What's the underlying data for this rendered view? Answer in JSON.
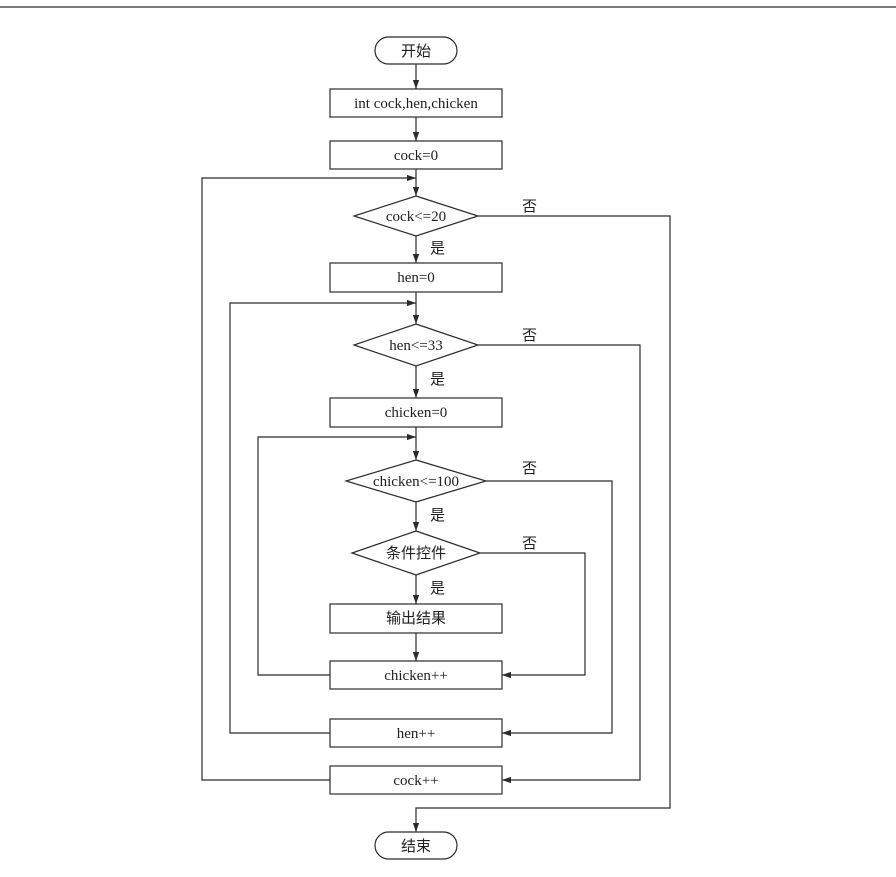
{
  "diagram": {
    "start": "开始",
    "end": "结束",
    "declare": "int  cock,hen,chicken",
    "cock_init": "cock=0",
    "cock_cond": "cock<=20",
    "hen_init": "hen=0",
    "hen_cond": "hen<=33",
    "chicken_init": "chicken=0",
    "chicken_cond": "chicken<=100",
    "check_cond": "条件控件",
    "output": "输出结果",
    "chicken_inc": "chicken++",
    "hen_inc": "hen++",
    "cock_inc": "cock++",
    "yes": "是",
    "no": "否"
  },
  "colors": {
    "stroke": "#2b2b2b",
    "text": "#1f1f1f",
    "background": "#ffffff"
  }
}
